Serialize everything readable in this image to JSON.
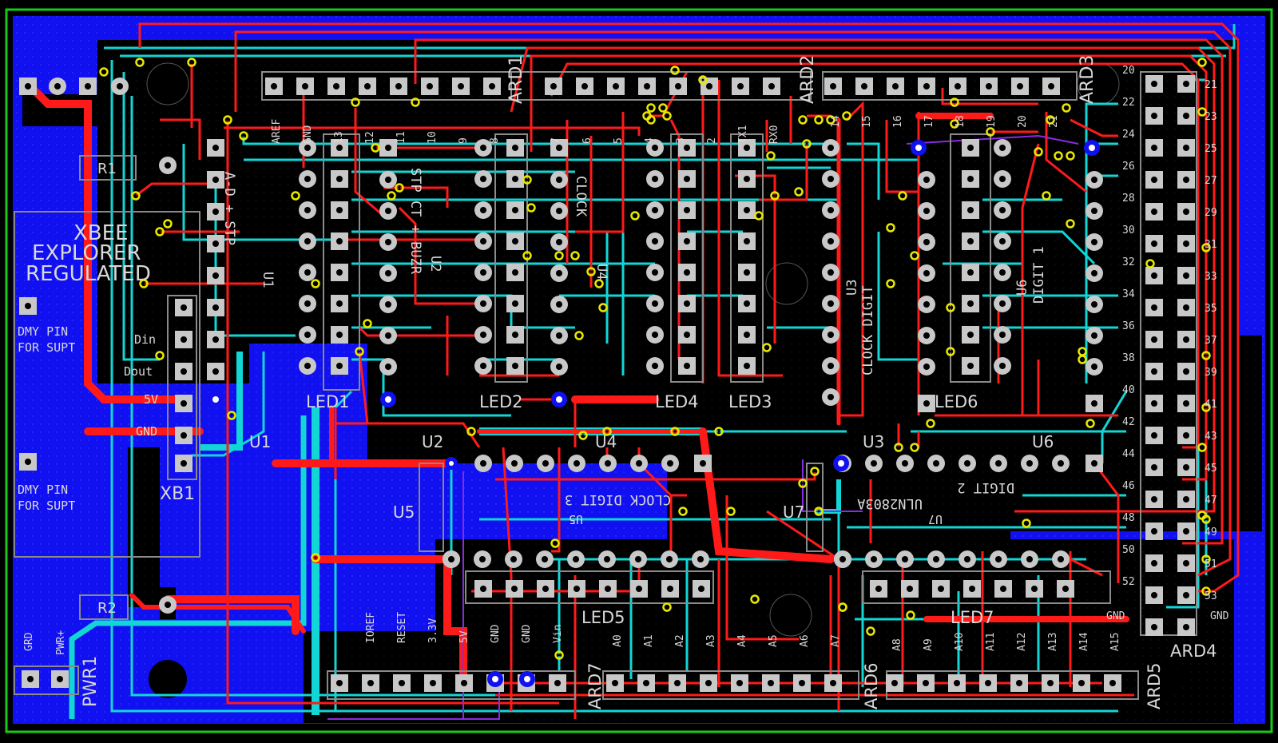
{
  "colors": {
    "background": "#000000",
    "board_outline": "#19c919",
    "copper_pour": "#1010f0",
    "top_trace": "#ff1a1a",
    "bottom_trace": "#12d6d6",
    "silkscreen": "#d8d8d8",
    "pad": "#c0c0c0",
    "via": "#e8e800"
  },
  "module": {
    "title_lines": [
      "XBEE",
      "EXPLORER",
      "REGULATED"
    ],
    "ref": "XB1",
    "pins": [
      "Din",
      "Dout",
      "5V",
      "GND"
    ]
  },
  "dummy_pins": [
    {
      "lines": [
        "DMY PIN",
        "FOR SUPT"
      ]
    },
    {
      "lines": [
        "DMY PIN",
        "FOR SUPT"
      ]
    }
  ],
  "resistors": [
    "R1",
    "R2"
  ],
  "power": {
    "ref": "PWR1",
    "pins": [
      "GRD",
      "PWR+"
    ]
  },
  "arduino": {
    "headers": [
      "ARD1",
      "ARD2",
      "ARD3",
      "ARD4",
      "ARD5",
      "ARD6",
      "ARD7"
    ],
    "ard1_pins": [
      "AREF",
      "GND",
      "13",
      "12",
      "11",
      "10",
      "9",
      "8"
    ],
    "ard2_pins": [
      "7",
      "6",
      "5",
      "4",
      "3",
      "2",
      "TX1",
      "RX0"
    ],
    "ard3_pins": [
      "14",
      "15",
      "16",
      "17",
      "18",
      "19",
      "20",
      "21"
    ],
    "ard7_pins": [
      "IOREF",
      "RESET",
      "3.3V",
      "5V",
      "GND",
      "GND",
      "Vin"
    ],
    "ard6_pins": [
      "A0",
      "A1",
      "A2",
      "A3",
      "A4",
      "A5",
      "A6",
      "A7"
    ],
    "ard5_pins": [
      "A8",
      "A9",
      "A10",
      "A11",
      "A12",
      "A13",
      "A14",
      "A15"
    ],
    "ard4_left": [
      "20",
      "22",
      "24",
      "26",
      "28",
      "30",
      "32",
      "34",
      "36",
      "38",
      "40",
      "42",
      "44",
      "46",
      "48",
      "50",
      "52",
      "GND"
    ],
    "ard4_right": [
      "21",
      "23",
      "25",
      "27",
      "29",
      "31",
      "33",
      "35",
      "37",
      "39",
      "41",
      "43",
      "45",
      "47",
      "49",
      "51",
      "53",
      "GND"
    ]
  },
  "chips": {
    "u1": {
      "ref": "U1",
      "label": "A-D + STP"
    },
    "u2": {
      "ref": "U2",
      "label": "STP CT + BUZR"
    },
    "u4": {
      "ref": "U4",
      "label": "CLOCK"
    },
    "u3": {
      "ref": "U3",
      "label": "CLOCK DIGIT"
    },
    "u6": {
      "ref": "U6",
      "label": "DIGIT 1"
    },
    "u5": {
      "ref": "U5",
      "label": "CLOCK DIGIT 3"
    },
    "u7": {
      "ref": "U7",
      "label": "DIGIT 2",
      "sub": "ULN2803A"
    }
  },
  "leds": [
    "LED1",
    "LED2",
    "LED3",
    "LED4",
    "LED5",
    "LED6",
    "LED7"
  ]
}
